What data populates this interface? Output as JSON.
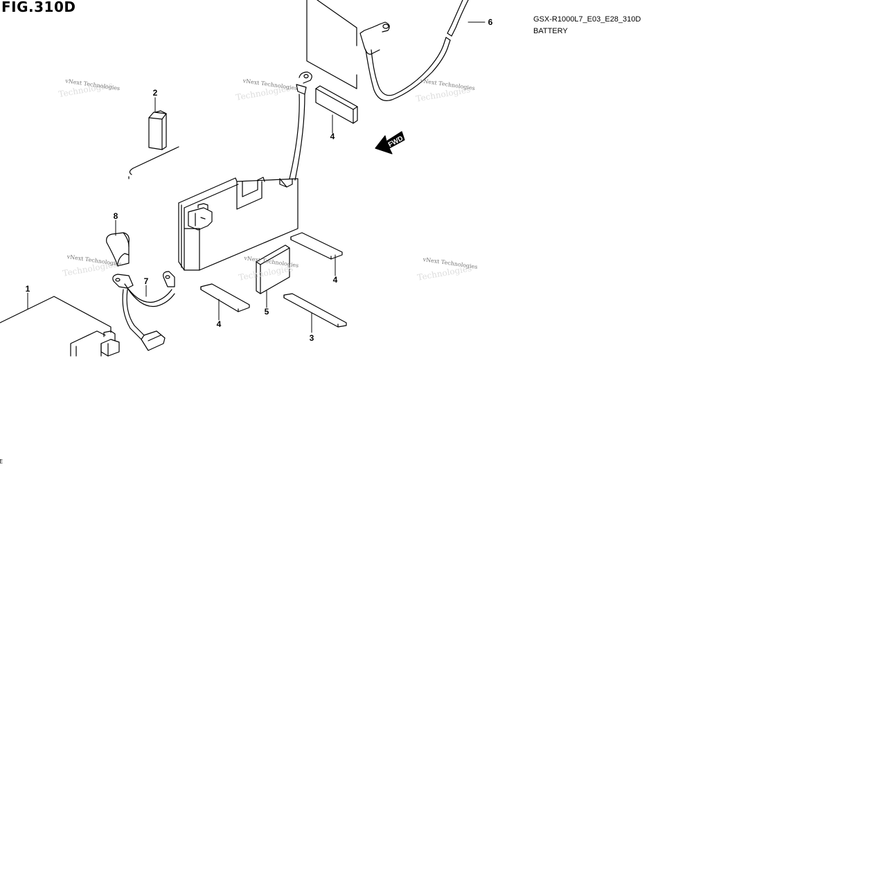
{
  "figure": {
    "title": "FIG.310D",
    "model_code": "GSX-R1000L7_E03_E28_310D",
    "section_name": "BATTERY",
    "direction_label": "FWD",
    "edge_mark": "E"
  },
  "watermark": {
    "text": "vNext Technologies",
    "text_secondary": "Technologies"
  },
  "callouts": [
    "1",
    "2",
    "3",
    "4",
    "4",
    "4",
    "5",
    "6",
    "7",
    "8"
  ],
  "colors": {
    "ink": "#000000",
    "paper": "#ffffff",
    "watermark": "#777777"
  }
}
